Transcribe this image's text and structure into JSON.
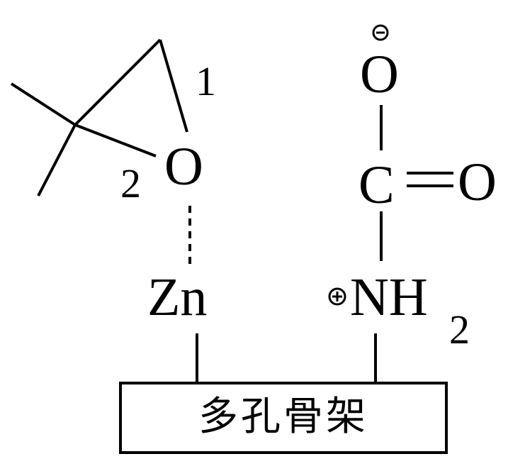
{
  "atoms": {
    "epoxide_oxygen": "O",
    "zinc": "Zn",
    "carboxylate_oxygen": "O",
    "carbonyl_carbon": "C",
    "carbonyl_oxygen": "O",
    "ammonium_n": "NH",
    "ammonium_subscript": "2"
  },
  "position_labels": {
    "c1": "1",
    "c2": "2"
  },
  "charges": {
    "oxygen": "negative",
    "nitrogen": "positive"
  },
  "framework": {
    "label": "多孔骨架"
  },
  "colors": {
    "ink": "#000000",
    "background": "#ffffff"
  }
}
